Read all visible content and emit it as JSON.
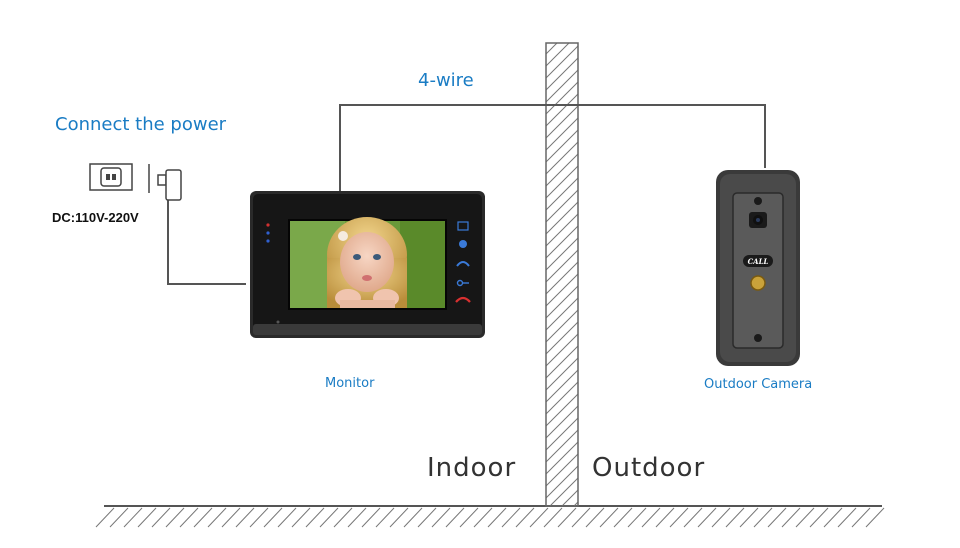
{
  "labels": {
    "connect_power": "Connect the power",
    "wiring": "4-wire",
    "voltage": "DC:110V-220V",
    "monitor": "Monitor",
    "outdoor_camera": "Outdoor Camera",
    "indoor": "Indoor",
    "outdoor": "Outdoor"
  },
  "camera": {
    "call_button_text": "CALL"
  },
  "colors": {
    "label_blue": "#1a7cc4",
    "wire": "#555555",
    "monitor_body": "#2b2b2b",
    "camera_body": "#3a3a3a",
    "call_button": "#c9a23a"
  }
}
